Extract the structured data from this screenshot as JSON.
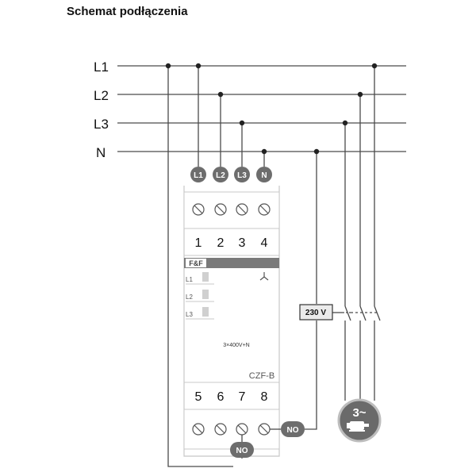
{
  "title": "Schemat podłączenia",
  "lines": [
    {
      "id": "l1",
      "label": "L1"
    },
    {
      "id": "l2",
      "label": "L2"
    },
    {
      "id": "l3",
      "label": "L3"
    },
    {
      "id": "n",
      "label": "N"
    }
  ],
  "device": {
    "top_badges": [
      "L1",
      "L2",
      "L3",
      "N"
    ],
    "top_terminals": [
      "1",
      "2",
      "3",
      "4"
    ],
    "brand": "F&F",
    "indicators": [
      "L1",
      "L2",
      "L3"
    ],
    "rating": "3×400V+N",
    "model": "CZF-B",
    "bottom_terminals": [
      "5",
      "6",
      "7",
      "8"
    ]
  },
  "no_badge_right": "NO",
  "no_badge_bottom": "NO",
  "coil_box": "230 V",
  "motor_label": "3~",
  "colors": {
    "badge": "#6d6d6d",
    "brand_bar": "#7a7a7a",
    "wire": "#4a4a4a",
    "device_border": "#c8c8c8"
  }
}
